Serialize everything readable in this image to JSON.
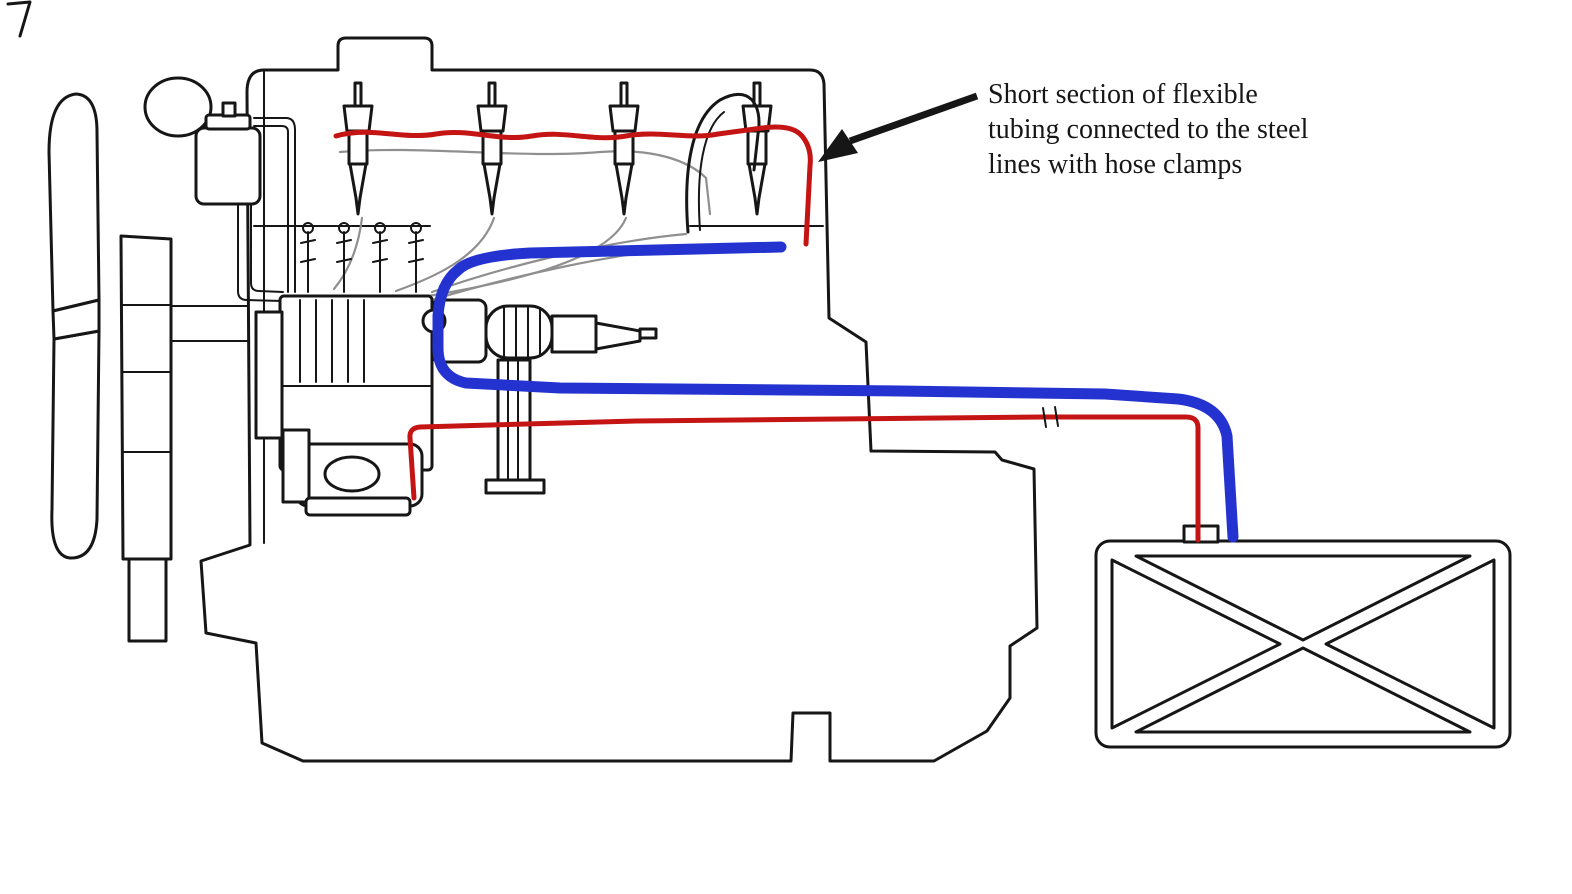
{
  "annotation": {
    "lines": [
      "Short section of flexible",
      "tubing connected to the steel",
      "lines with hose clamps"
    ]
  },
  "colors": {
    "line-art": "#161616",
    "steel-gray": "#8f8f8f",
    "tubing-red": "#c41414",
    "fuel-blue": "#2433cf",
    "background": "#ffffff"
  }
}
